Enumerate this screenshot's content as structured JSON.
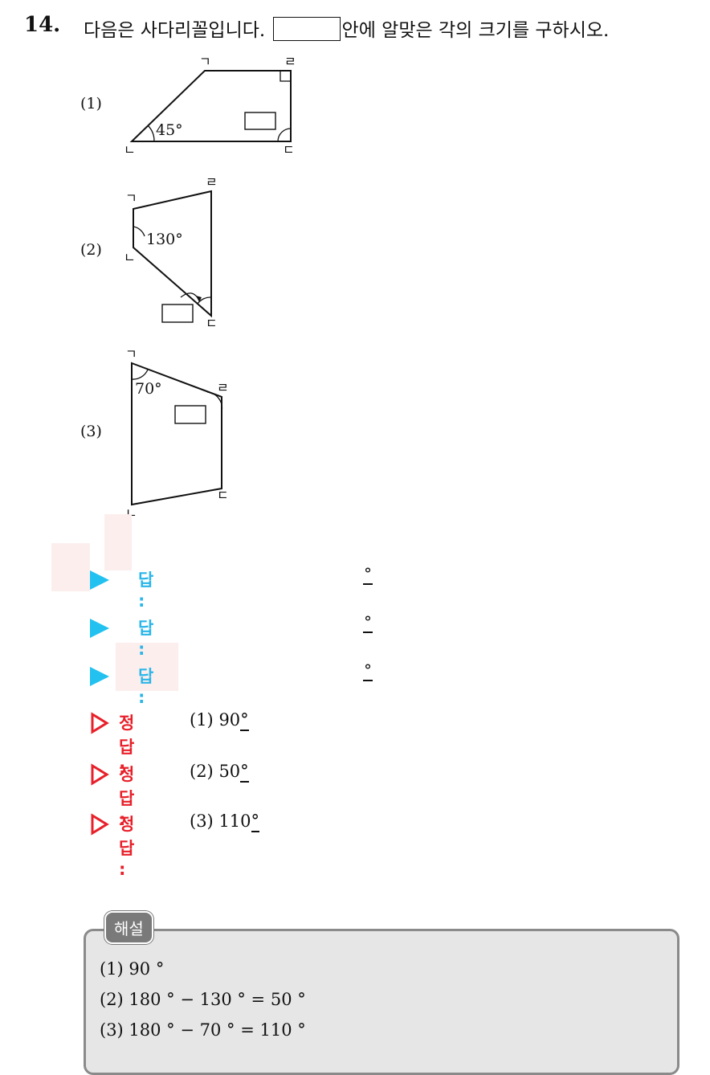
{
  "question": {
    "number": "14.",
    "text_before": "다음은 사다리꼴입니다.",
    "text_after": "안에 알맞은 각의 크기를 구하시오."
  },
  "figures": [
    {
      "label": "(1)",
      "vertices": [
        "ㄱ",
        "ㄴ",
        "ㄷ",
        "ㄹ"
      ],
      "angle": "45°"
    },
    {
      "label": "(2)",
      "vertices": [
        "ㄱ",
        "ㄴ",
        "ㄷ",
        "ㄹ"
      ],
      "angle": "130°"
    },
    {
      "label": "(3)",
      "vertices": [
        "ㄱ",
        "ㄴ",
        "ㄷ",
        "ㄹ"
      ],
      "angle": "70°"
    }
  ],
  "answer_rows": [
    {
      "label": "답 :",
      "unit": "°"
    },
    {
      "label": "답 :",
      "unit": "°"
    },
    {
      "label": "답 :",
      "unit": "°"
    }
  ],
  "correct_answers": [
    {
      "label": "정답 :",
      "part": "(1)",
      "value": "90",
      "unit": "°"
    },
    {
      "label": "정답 :",
      "part": "(2)",
      "value": "50",
      "unit": "°"
    },
    {
      "label": "정답 :",
      "part": "(3)",
      "value": "110",
      "unit": "°"
    }
  ],
  "explanation": {
    "tag": "해설",
    "lines": [
      "(1) 90 °",
      "(2) 180 ° − 130 ° = 50 °",
      "(3) 180 ° − 70 ° = 110 °"
    ]
  },
  "colors": {
    "answer_arrow": "#22c1f0",
    "correct_arrow": "#e8202a",
    "explanation_bg": "#e6e6e6"
  }
}
